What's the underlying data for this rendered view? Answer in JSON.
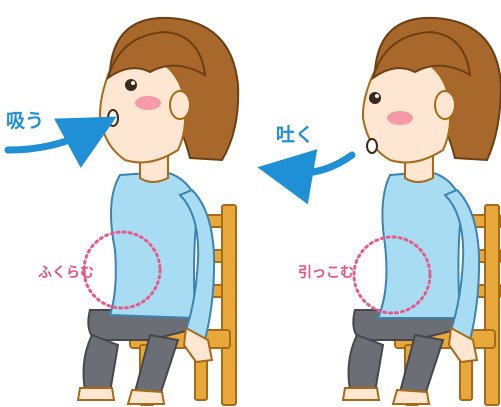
{
  "panels": [
    {
      "breath_label": "吸う",
      "belly_label": "ふくらむ"
    },
    {
      "breath_label": "吐く",
      "belly_label": "引っこむ"
    }
  ],
  "colors": {
    "arrow": "#1f8fd6",
    "belly_circle": "#e85a8a",
    "skin": "#fde6d2",
    "hair": "#a8682c",
    "shirt": "#a8dcf2",
    "pants": "#6b6e75",
    "chair": "#e8a83a"
  }
}
